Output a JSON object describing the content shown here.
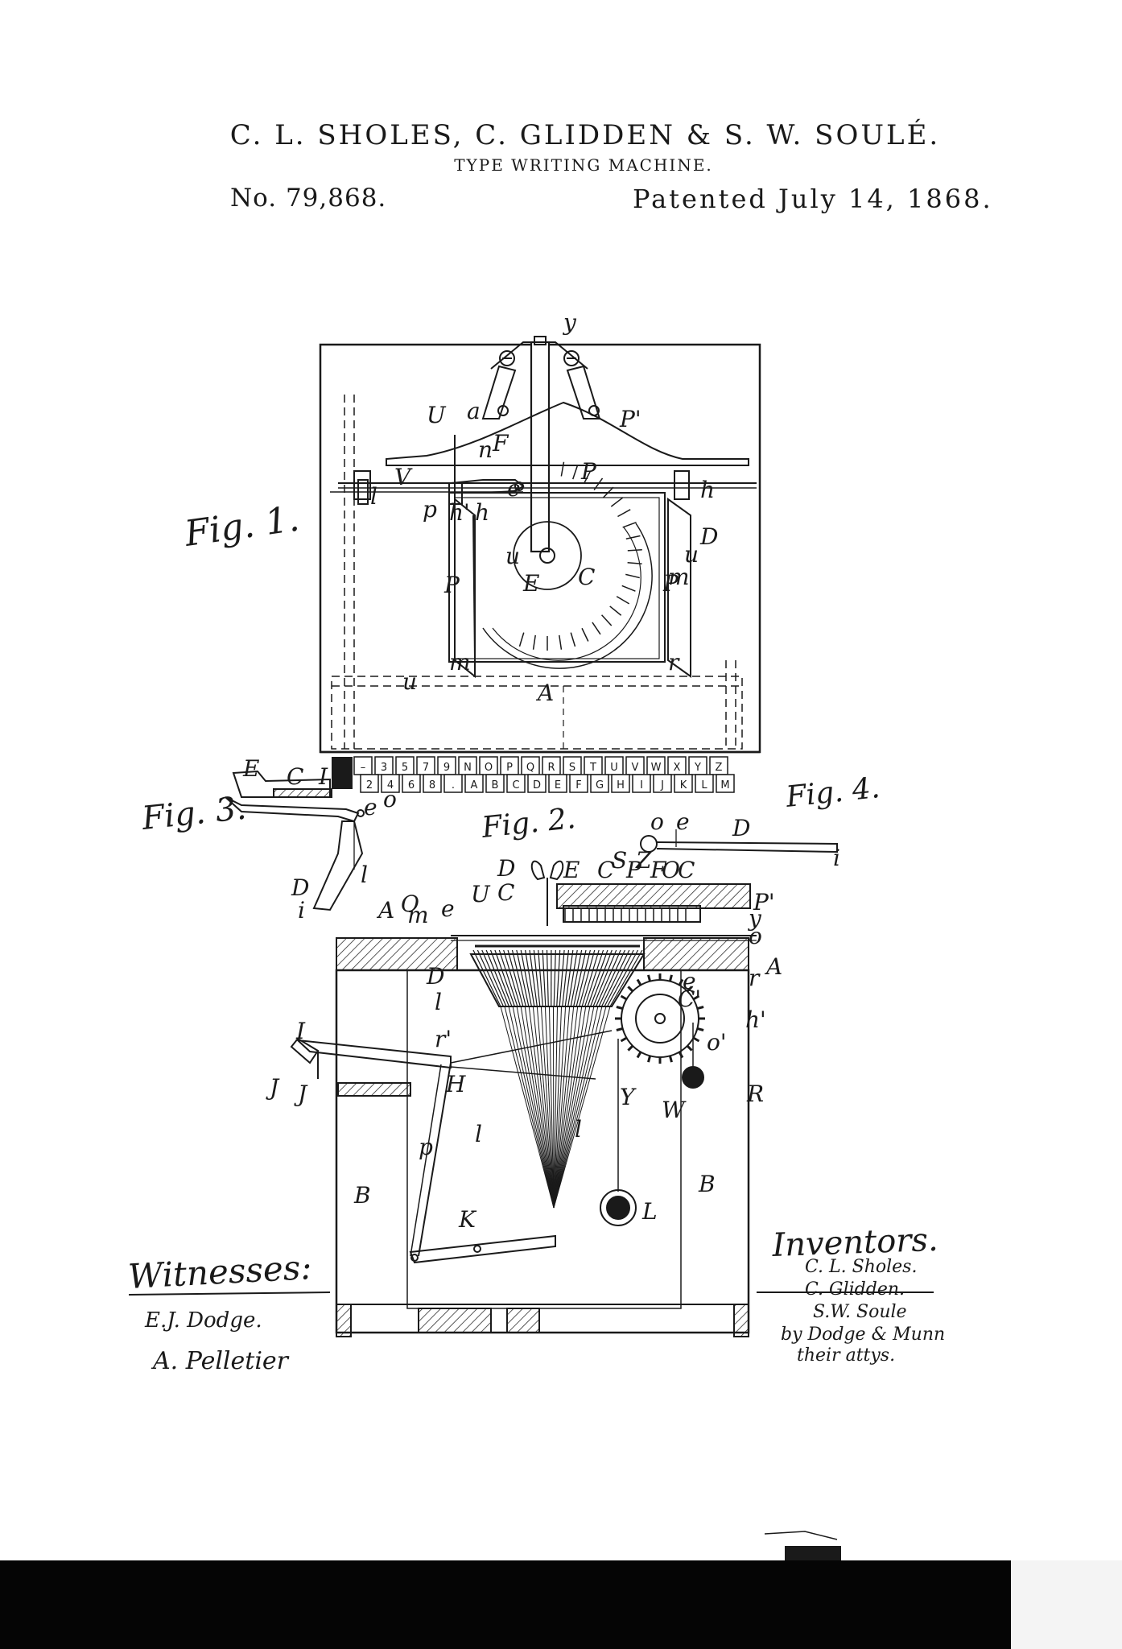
{
  "header": {
    "inventors": "C. L. SHOLES, C. GLIDDEN & S. W. SOULÉ.",
    "title": "TYPE WRITING MACHINE.",
    "patent_number": "No. 79,868.",
    "patent_date": "Patented July 14, 1868."
  },
  "figures": {
    "fig1": "Fig. 1.",
    "fig2": "Fig. 2.",
    "fig3": "Fig. 3.",
    "fig4": "Fig. 4."
  },
  "keyboard": {
    "upper_row": [
      "–",
      "3",
      "5",
      "7",
      "9",
      "N",
      "O",
      "P",
      "Q",
      "R",
      "S",
      "T",
      "U",
      "V",
      "W",
      "X",
      "Y",
      "Z"
    ],
    "lower_row": [
      "2",
      "4",
      "6",
      "8",
      ".",
      "A",
      "B",
      "C",
      "D",
      "E",
      "F",
      "G",
      "H",
      "I",
      "J",
      "K",
      "L",
      "M"
    ]
  },
  "fig1_labels": [
    "y",
    "U",
    "a",
    "P'",
    "F",
    "n",
    "V",
    "P",
    "h",
    "l",
    "p",
    "h'",
    "h",
    "e",
    "D",
    "u",
    "u",
    "E",
    "C",
    "P",
    "P",
    "m",
    "m",
    "r",
    "u",
    "A"
  ],
  "fig2_labels": [
    "D",
    "E",
    "C",
    "S",
    "P",
    "Z",
    "F",
    "O",
    "C",
    "U",
    "C",
    "A",
    "O",
    "m",
    "e",
    "P'",
    "y",
    "o",
    "A",
    "r",
    "D",
    "e",
    "C'",
    "l",
    "h'",
    "I",
    "r'",
    "J",
    "J",
    "H",
    "o'",
    "R",
    "Y",
    "W",
    "l",
    "l",
    "p",
    "B",
    "B",
    "K",
    "L"
  ],
  "fig3_labels": [
    "E",
    "C",
    "I",
    "e",
    "o",
    "D",
    "l",
    "i"
  ],
  "fig4_labels": [
    "o",
    "e",
    "D",
    "i"
  ],
  "signatures": {
    "witnesses_label": "Witnesses:",
    "witness_1": "E.J. Dodge.",
    "witness_2": "A. Pelletier",
    "inventors_label": "Inventors.",
    "inventor_1": "C. L. Sholes.",
    "inventor_2": "C. Glidden.",
    "inventor_3": "S.W. Soule",
    "attorneys": "by Dodge & Munn",
    "attorneys_2": "their attys."
  }
}
